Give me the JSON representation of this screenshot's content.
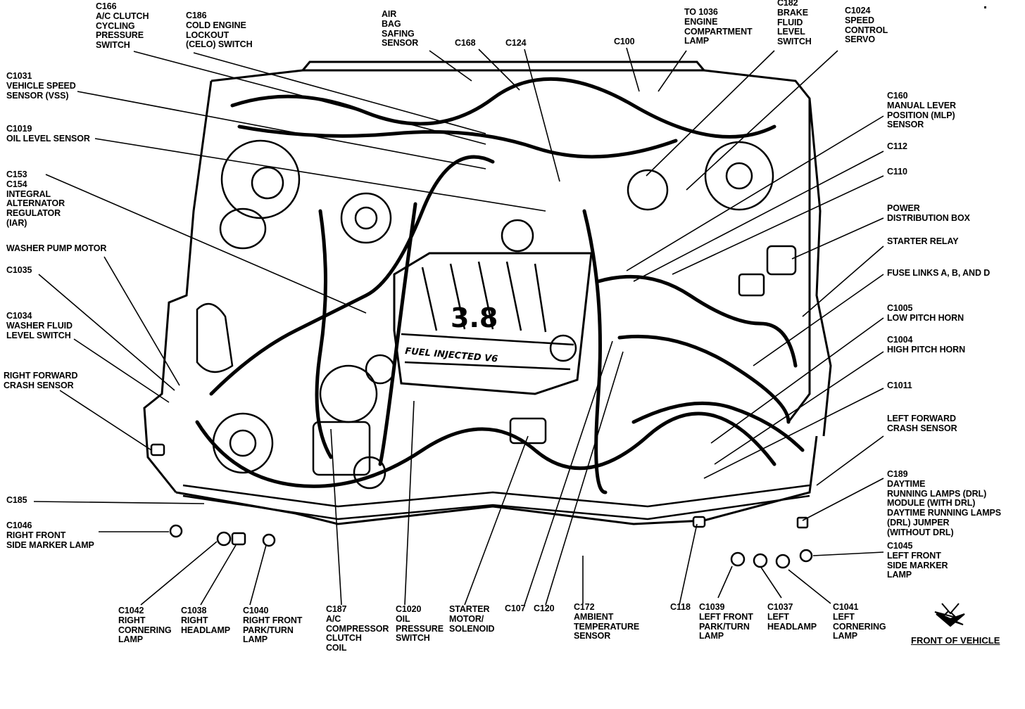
{
  "engine_badge": {
    "displacement": "3.8",
    "plate": "FUEL INJECTED V6"
  },
  "front_marker": "FRONT OF VEHICLE",
  "labels": [
    {
      "id": "c166",
      "lines": [
        "C166",
        "A/C CLUTCH",
        "CYCLING",
        "PRESSURE",
        "SWITCH"
      ]
    },
    {
      "id": "c186",
      "lines": [
        "C186",
        "COLD ENGINE",
        "LOCKOUT",
        "(CELO) SWITCH"
      ]
    },
    {
      "id": "airbag",
      "lines": [
        "AIR",
        "BAG",
        "SAFING",
        "SENSOR"
      ]
    },
    {
      "id": "c168",
      "lines": [
        "C168"
      ]
    },
    {
      "id": "c124",
      "lines": [
        "C124"
      ]
    },
    {
      "id": "c100",
      "lines": [
        "C100"
      ]
    },
    {
      "id": "c1036",
      "lines": [
        "TO 1036",
        "ENGINE",
        "COMPARTMENT",
        "LAMP"
      ]
    },
    {
      "id": "c182",
      "lines": [
        "C182",
        "BRAKE",
        "FLUID",
        "LEVEL",
        "SWITCH"
      ]
    },
    {
      "id": "c1024",
      "lines": [
        "C1024",
        "SPEED",
        "CONTROL",
        "SERVO"
      ]
    },
    {
      "id": "c1031",
      "lines": [
        "C1031",
        "VEHICLE SPEED",
        "SENSOR (VSS)"
      ]
    },
    {
      "id": "c1019",
      "lines": [
        "C1019",
        "OIL LEVEL SENSOR"
      ]
    },
    {
      "id": "c153",
      "lines": [
        "C153",
        "C154",
        "INTEGRAL",
        "ALTERNATOR",
        "REGULATOR",
        "(IAR)"
      ]
    },
    {
      "id": "washer_pump",
      "lines": [
        "WASHER PUMP MOTOR"
      ]
    },
    {
      "id": "c1035",
      "lines": [
        "C1035"
      ]
    },
    {
      "id": "c1034",
      "lines": [
        "C1034",
        "WASHER FLUID",
        "LEVEL SWITCH"
      ]
    },
    {
      "id": "rfcs",
      "lines": [
        "RIGHT FORWARD",
        "CRASH SENSOR"
      ]
    },
    {
      "id": "c185",
      "lines": [
        "C185"
      ]
    },
    {
      "id": "c1046",
      "lines": [
        "C1046",
        "RIGHT FRONT",
        "SIDE MARKER LAMP"
      ]
    },
    {
      "id": "c160",
      "lines": [
        "C160",
        "MANUAL LEVER",
        "POSITION (MLP)",
        "SENSOR"
      ]
    },
    {
      "id": "c112",
      "lines": [
        "C112"
      ]
    },
    {
      "id": "c110",
      "lines": [
        "C110"
      ]
    },
    {
      "id": "pdb",
      "lines": [
        "POWER",
        "DISTRIBUTION BOX"
      ]
    },
    {
      "id": "starter_relay",
      "lines": [
        "STARTER RELAY"
      ]
    },
    {
      "id": "fuse_links",
      "lines": [
        "FUSE LINKS A, B, AND D"
      ]
    },
    {
      "id": "c1005",
      "lines": [
        "C1005",
        "LOW PITCH HORN"
      ]
    },
    {
      "id": "c1004",
      "lines": [
        "C1004",
        "HIGH PITCH HORN"
      ]
    },
    {
      "id": "c1011",
      "lines": [
        "C1011"
      ]
    },
    {
      "id": "lfcs",
      "lines": [
        "LEFT FORWARD",
        "CRASH SENSOR"
      ]
    },
    {
      "id": "c189",
      "lines": [
        "C189",
        "DAYTIME",
        "RUNNING LAMPS (DRL)",
        "MODULE (WITH DRL)",
        "DAYTIME RUNNING LAMPS",
        "(DRL) JUMPER",
        "(WITHOUT DRL)"
      ]
    },
    {
      "id": "c1045",
      "lines": [
        "C1045",
        "LEFT FRONT",
        "SIDE MARKER",
        "LAMP"
      ]
    },
    {
      "id": "c1042",
      "lines": [
        "C1042",
        "RIGHT",
        "CORNERING",
        "LAMP"
      ]
    },
    {
      "id": "c1038",
      "lines": [
        "C1038",
        "RIGHT",
        "HEADLAMP"
      ]
    },
    {
      "id": "c1040",
      "lines": [
        "C1040",
        "RIGHT FRONT",
        "PARK/TURN",
        "LAMP"
      ]
    },
    {
      "id": "c187",
      "lines": [
        "C187",
        "A/C",
        "COMPRESSOR",
        "CLUTCH",
        "COIL"
      ]
    },
    {
      "id": "c1020",
      "lines": [
        "C1020",
        "OIL",
        "PRESSURE",
        "SWITCH"
      ]
    },
    {
      "id": "starter_motor",
      "lines": [
        "STARTER",
        "MOTOR/",
        "SOLENOID"
      ]
    },
    {
      "id": "c107",
      "lines": [
        "C107"
      ]
    },
    {
      "id": "c120",
      "lines": [
        "C120"
      ]
    },
    {
      "id": "c172",
      "lines": [
        "C172",
        "AMBIENT",
        "TEMPERATURE",
        "SENSOR"
      ]
    },
    {
      "id": "c118",
      "lines": [
        "C118"
      ]
    },
    {
      "id": "c1039",
      "lines": [
        "C1039",
        "LEFT FRONT",
        "PARK/TURN",
        "LAMP"
      ]
    },
    {
      "id": "c1037",
      "lines": [
        "C1037",
        "LEFT",
        "HEADLAMP"
      ]
    },
    {
      "id": "c1041",
      "lines": [
        "C1041",
        "LEFT",
        "CORNERING",
        "LAMP"
      ]
    }
  ]
}
